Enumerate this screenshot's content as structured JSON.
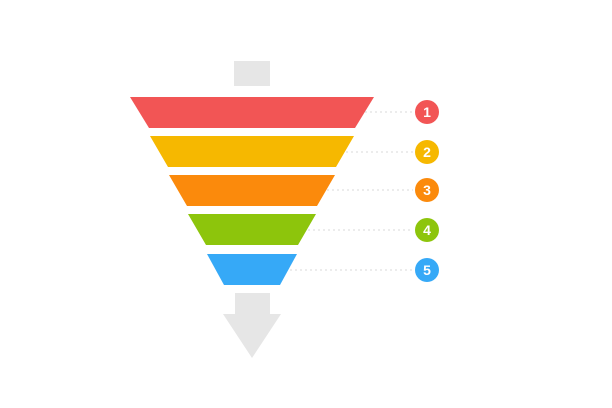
{
  "funnel": {
    "input_arrow_color": "#e6e6e6",
    "output_arrow_color": "#e6e6e6",
    "connector_color": "#d9d9d9",
    "levels": [
      {
        "label": "1",
        "color": "#f25555"
      },
      {
        "label": "2",
        "color": "#f6b800"
      },
      {
        "label": "3",
        "color": "#fb8a0c"
      },
      {
        "label": "4",
        "color": "#8dc50c"
      },
      {
        "label": "5",
        "color": "#36a9f7"
      }
    ]
  }
}
